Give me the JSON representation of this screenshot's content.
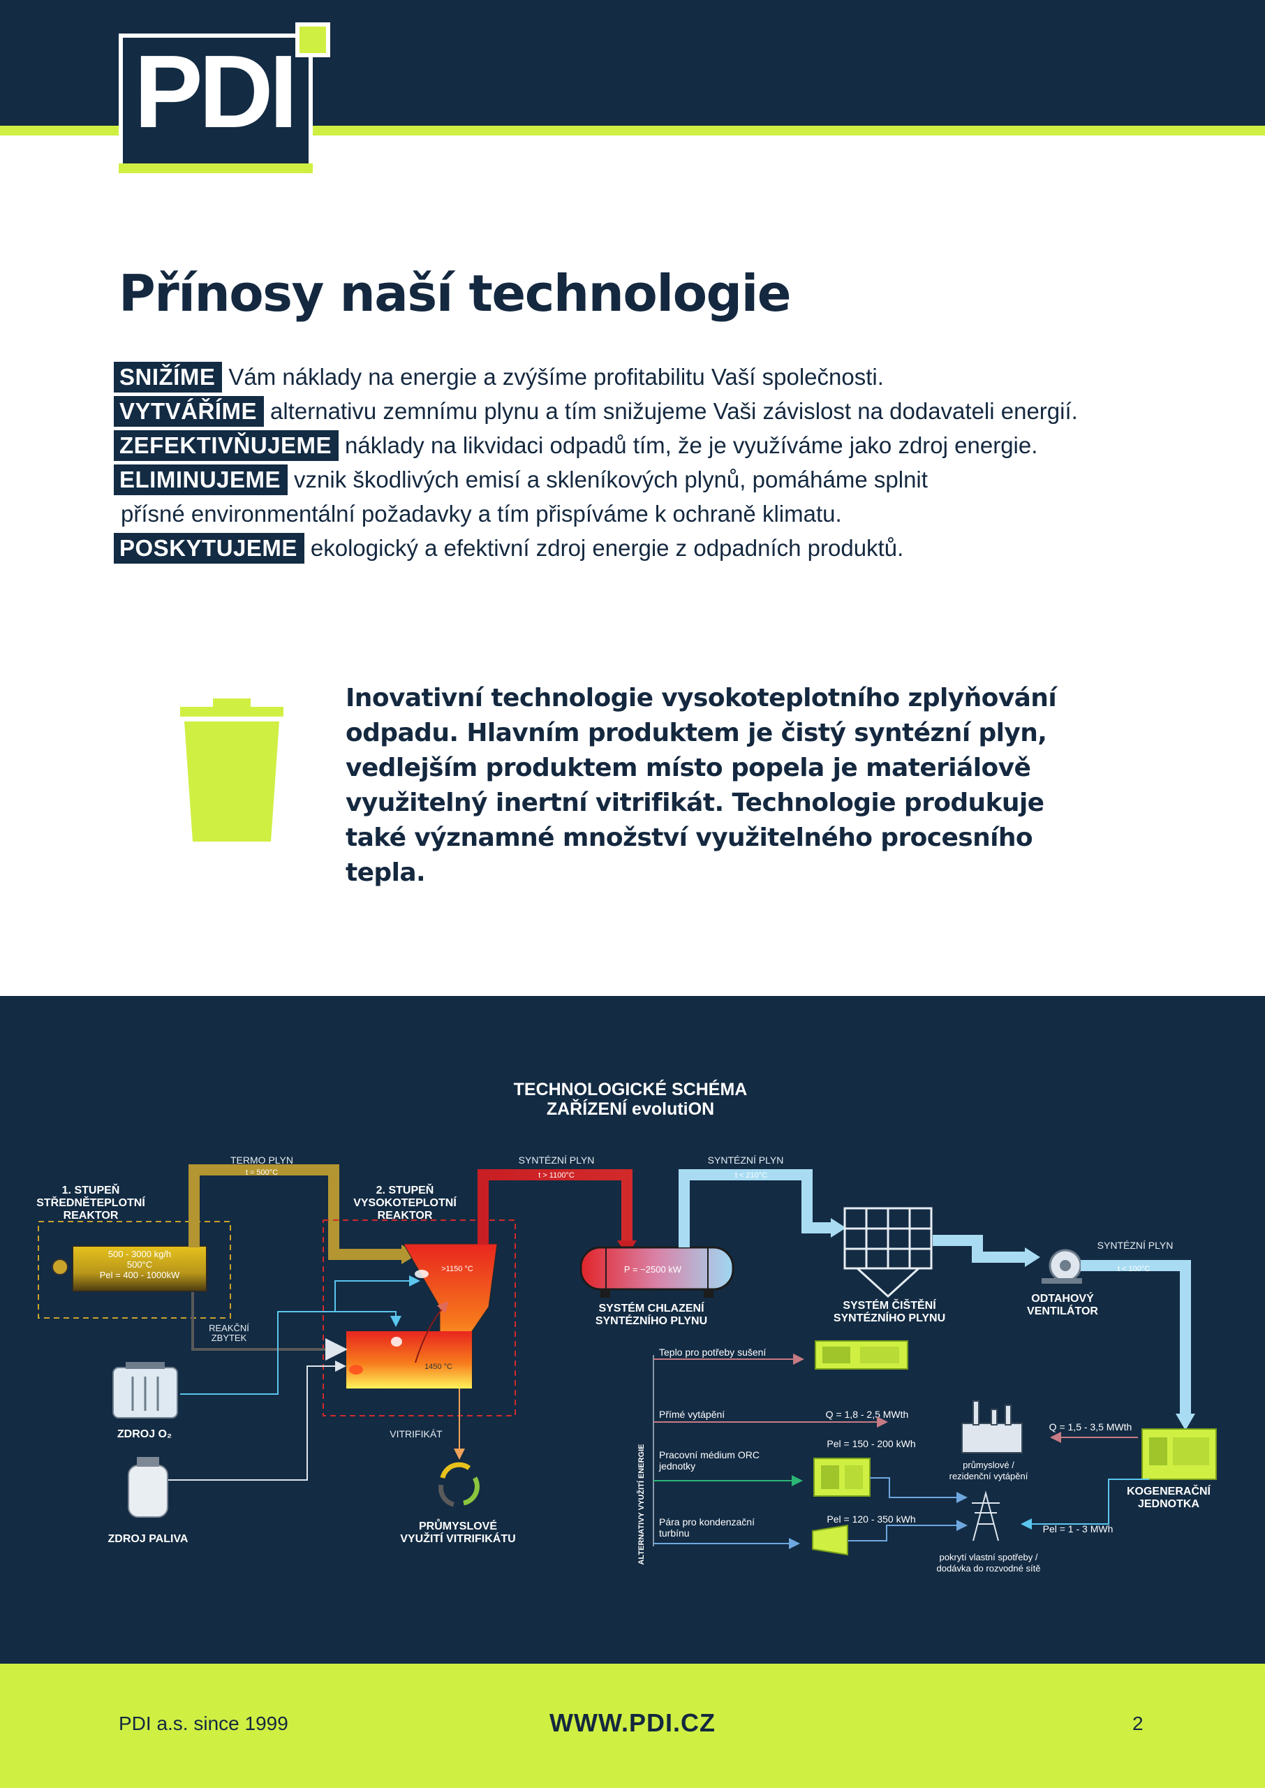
{
  "header": {
    "logo_text": "PDI"
  },
  "title": "Přínosy naší technologie",
  "benefits": [
    {
      "keyword": "SNIŽÍME",
      "text": "Vám náklady na energie a zvýšíme profitabilitu Vaší společnosti."
    },
    {
      "keyword": "VYTVÁŘÍME",
      "text": "alternativu zemnímu plynu a tím snižujeme Vaši závislost na dodavateli energií."
    },
    {
      "keyword": "ZEFEKTIVŇUJEME",
      "text": "náklady na likvidaci odpadů tím, že je využíváme jako zdroj energie."
    },
    {
      "keyword": "ELIMINUJEME",
      "text": "vznik škodlivých emisí a skleníkových plynů, pomáháme splnit",
      "continuation": "přísné environmentální požadavky a tím přispíváme k ochraně klimatu."
    },
    {
      "keyword": "POSKYTUJEME",
      "text": "ekologický a efektivní zdroj energie z odpadních produktů."
    }
  ],
  "intro_lines": [
    "Inovativní technologie vysokoteplotního zplyňování",
    "odpadu. Hlavním produktem je čistý syntézní plyn,",
    "vedlejším produktem místo popela je materiálově",
    "využitelný inertní vitrifikát. Technologie produkuje",
    "také významné množství využitelného procesního tepla."
  ],
  "scheme": {
    "title_line1": "TECHNOLOGICKÉ SCHÉMA",
    "title_line2": "ZAŘÍZENÍ evolutiON",
    "stage1_line1": "1. STUPEŇ",
    "stage1_line2": "STŘEDNĚTEPLOTNÍ",
    "stage1_line3": "REAKTOR",
    "stage1_spec1": "500 - 3000 kg/h",
    "stage1_spec2": "500°C",
    "stage1_spec3": "Pel = 400 - 1000kW",
    "termo_label": "TERMO PLYN",
    "termo_temp": "t = 500°C",
    "stage2_line1": "2. STUPEŇ",
    "stage2_line2": "VYSOKOTEPLOTNÍ",
    "stage2_line3": "REAKTOR",
    "reactor_temp_top": ">1150 °C",
    "reactor_temp_bottom": "1450 °C",
    "residue_line1": "REAKČNÍ",
    "residue_line2": "ZBYTEK",
    "o2_source": "ZDROJ O₂",
    "fuel_source": "ZDROJ PALIVA",
    "vitrifikat": "VITRIFIKÁT",
    "vitri_use_line1": "PRŮMYSLOVÉ",
    "vitri_use_line2": "VYUŽITÍ VITRIFIKÁTU",
    "syngas1_label": "SYNTÉZNÍ PLYN",
    "syngas1_temp": "t > 1100°C",
    "cooling_power": "P = ~2500 kW",
    "cooling_line1": "SYSTÉM CHLAZENÍ",
    "cooling_line2": "SYNTÉZNÍHO PLYNU",
    "syngas2_label": "SYNTÉZNÍ PLYN",
    "syngas2_temp": "t < 210°C",
    "cleaning_line1": "SYSTÉM ČIŠTĚNÍ",
    "cleaning_line2": "SYNTÉZNÍHO PLYNU",
    "fan_line1": "ODTAHOVÝ",
    "fan_line2": "VENTILÁTOR",
    "syngas3_label": "SYNTÉZNÍ PLYN",
    "syngas3_temp": "t < 100°C",
    "alt_energy_label": "ALTERNATIVY VYUŽITÍ ENERGIE",
    "heat_drying": "Teplo pro potřeby sušení",
    "direct_heating": "Přímé vytápění",
    "direct_heating_q": "Q = 1,8 - 2,5 MWth",
    "orc_line1": "Pracovní médium ORC",
    "orc_line2": "jednotky",
    "orc_pel": "Pel = 150 - 200 kWh",
    "steam_line1": "Pára pro kondenzační",
    "steam_line2": "turbínu",
    "steam_pel": "Pel = 120 - 350 kWh",
    "chp_q": "Q = 1,5 - 3,5 MWth",
    "chp_line1": "KOGENERAČNÍ",
    "chp_line2": "JEDNOTKA",
    "industrial_line1": "průmyslové /",
    "industrial_line2": "rezidenční vytápění",
    "chp_pel": "Pel = 1 - 3 MWh",
    "grid_line1": "pokrytí vlastní spotřeby /",
    "grid_line2": "dodávka do rozvodné sítě"
  },
  "footer": {
    "left": "PDI a.s. since 1999",
    "center": "WWW.PDI.CZ",
    "page": "2"
  },
  "colors": {
    "navy": "#132b43",
    "lime": "#cfef43",
    "termo": "#b39531",
    "syngas_hot": "#c81f24",
    "syngas_cool": "#a9dcf3"
  }
}
